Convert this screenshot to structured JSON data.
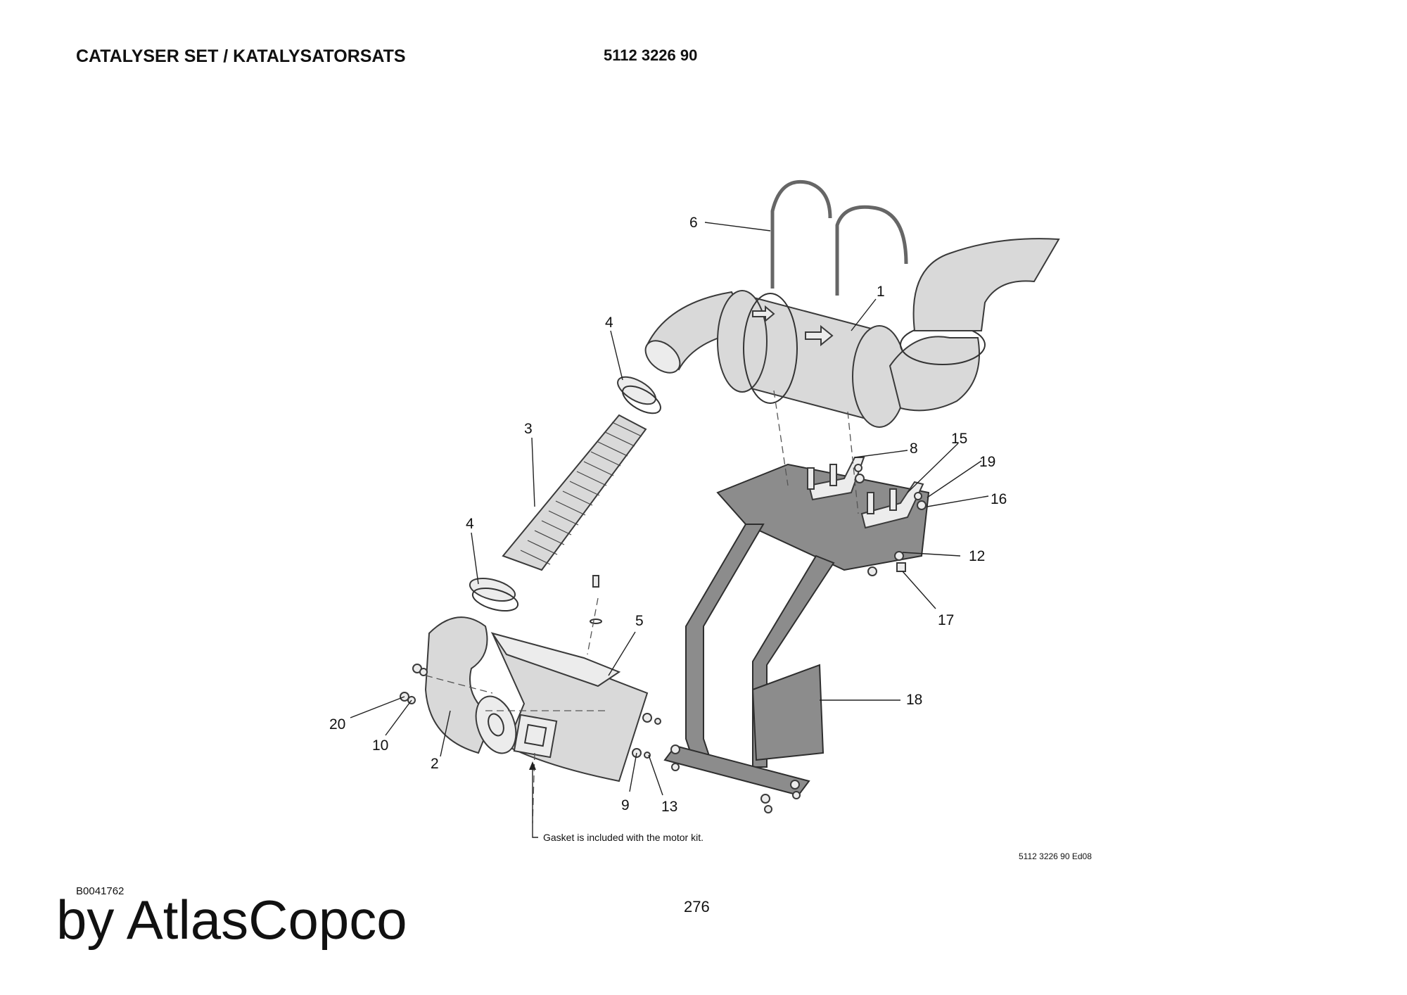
{
  "header": {
    "title": "CATALYSER SET / KATALYSATORSATS",
    "part_number": "5112 3226 90"
  },
  "callouts": {
    "c1": "1",
    "c2": "2",
    "c3": "3",
    "c4a": "4",
    "c4b": "4",
    "c5": "5",
    "c6": "6",
    "c8": "8",
    "c9": "9",
    "c10": "10",
    "c12": "12",
    "c13": "13",
    "c15": "15",
    "c16": "16",
    "c17": "17",
    "c18": "18",
    "c19": "19",
    "c20": "20"
  },
  "note": "Gasket is included with the motor kit.",
  "footer": {
    "edition": "5112 3226 90 Ed08",
    "drawing_code": "B0041762",
    "page_number": "276",
    "brand": "by AtlasCopco"
  }
}
